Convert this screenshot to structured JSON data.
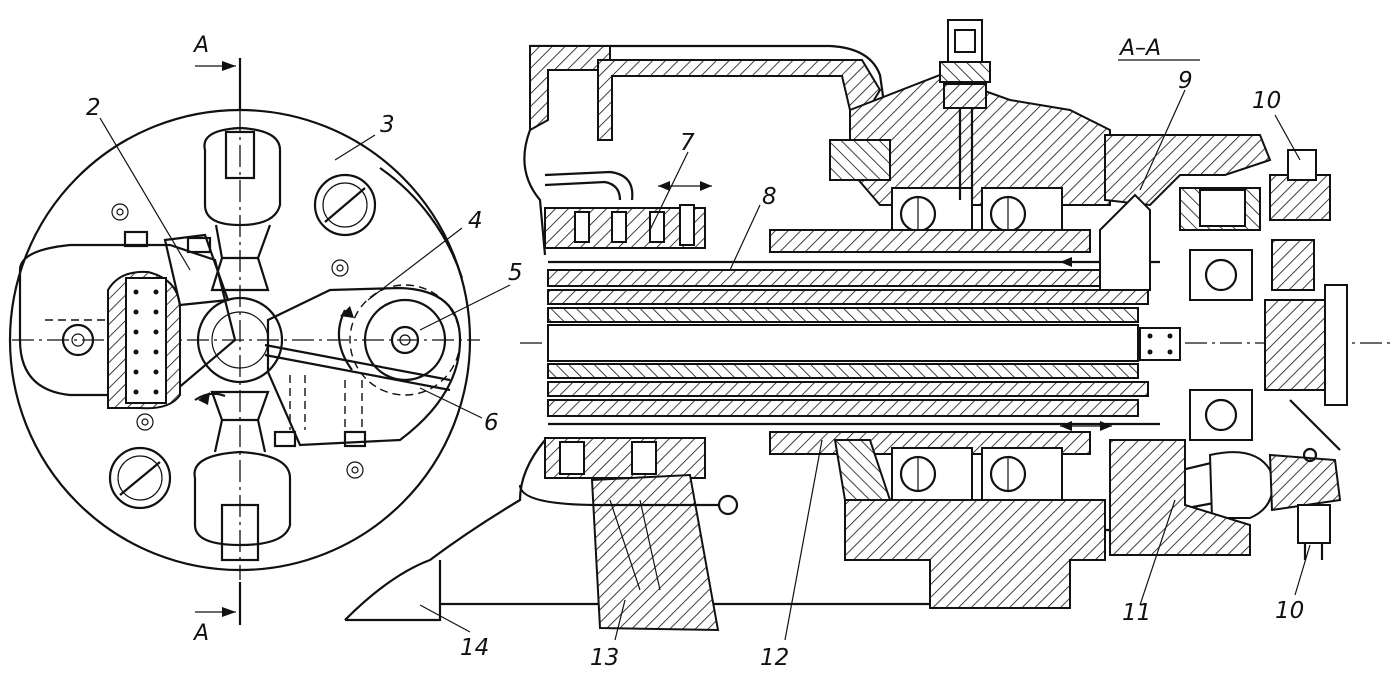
{
  "section_marks": {
    "top_left": "A",
    "bottom_left": "A",
    "section_title": "A–A"
  },
  "callouts": {
    "c2": "2",
    "c3": "3",
    "c4": "4",
    "c5": "5",
    "c6": "6",
    "c7": "7",
    "c8": "8",
    "c9": "9",
    "c10_top": "10",
    "c10_bottom": "10",
    "c11": "11",
    "c12": "12",
    "c13": "13",
    "c14": "14"
  }
}
